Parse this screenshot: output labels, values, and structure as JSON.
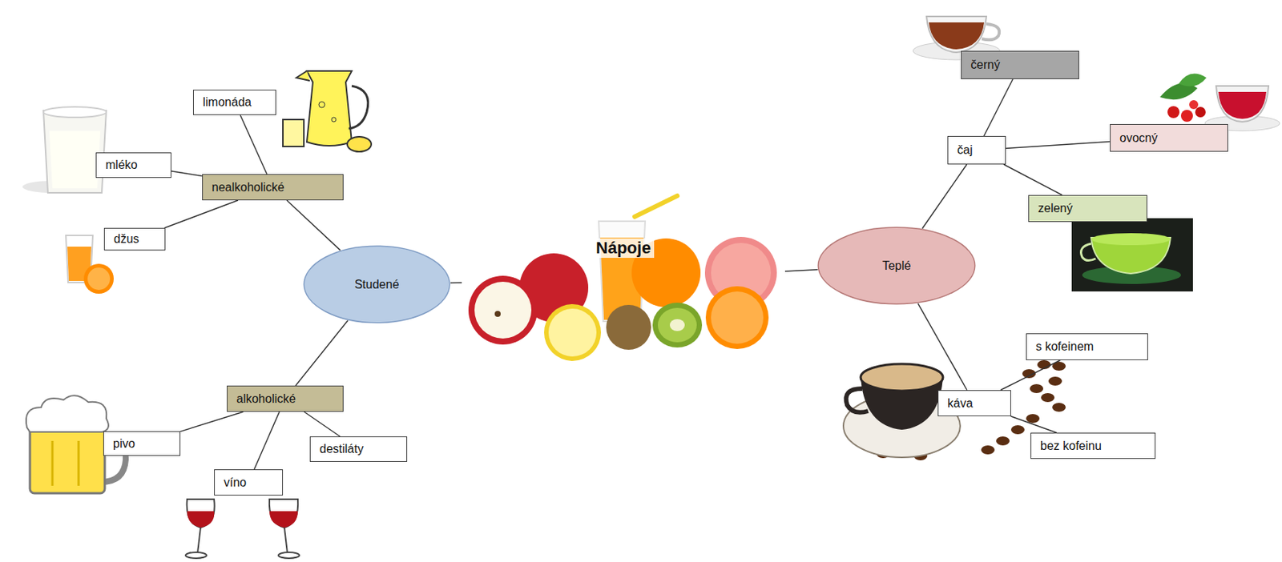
{
  "diagram": {
    "nodes": [
      {
        "text": [
          "Nápoje"
        ]
      },
      {
        "text": [
          "Studené"
        ]
      },
      {
        "text": [
          "nealkoholické"
        ]
      },
      {
        "text": [
          "limonáda"
        ]
      },
      {
        "text": [
          "mléko"
        ]
      },
      {
        "text": [
          "džus"
        ]
      },
      {
        "text": [
          "alkoholické"
        ]
      },
      {
        "text": [
          "pivo"
        ]
      },
      {
        "text": [
          "víno"
        ]
      },
      {
        "text": [
          "destiláty"
        ]
      },
      {
        "text": [
          "Teplé"
        ]
      },
      {
        "text": [
          "čaj"
        ]
      },
      {
        "text": [
          "černý"
        ]
      },
      {
        "text": [
          "ovocný"
        ]
      },
      {
        "text": [
          "zelený"
        ]
      },
      {
        "text": [
          "káva"
        ]
      },
      {
        "text": [
          "s kofeinem"
        ]
      },
      {
        "text": [
          "bez kofeinu"
        ]
      }
    ],
    "edges": [
      {
        "from": 0,
        "to": 1,
        "arrow": "none"
      },
      {
        "from": 0,
        "to": 10,
        "arrow": "none"
      },
      {
        "from": 1,
        "to": 2,
        "arrow": "none"
      },
      {
        "from": 2,
        "to": 3,
        "arrow": "none"
      },
      {
        "from": 2,
        "to": 4,
        "arrow": "none"
      },
      {
        "from": 2,
        "to": 5,
        "arrow": "none"
      },
      {
        "from": 1,
        "to": 6,
        "arrow": "none"
      },
      {
        "from": 6,
        "to": 7,
        "arrow": "none"
      },
      {
        "from": 6,
        "to": 8,
        "arrow": "none"
      },
      {
        "from": 6,
        "to": 9,
        "arrow": "none"
      },
      {
        "from": 10,
        "to": 11,
        "arrow": "none"
      },
      {
        "from": 11,
        "to": 12,
        "arrow": "none"
      },
      {
        "from": 11,
        "to": 13,
        "arrow": "none"
      },
      {
        "from": 11,
        "to": 14,
        "arrow": "none"
      },
      {
        "from": 10,
        "to": 15,
        "arrow": "none"
      },
      {
        "from": 15,
        "to": 16,
        "arrow": "none"
      },
      {
        "from": 15,
        "to": 17,
        "arrow": "none"
      }
    ]
  }
}
